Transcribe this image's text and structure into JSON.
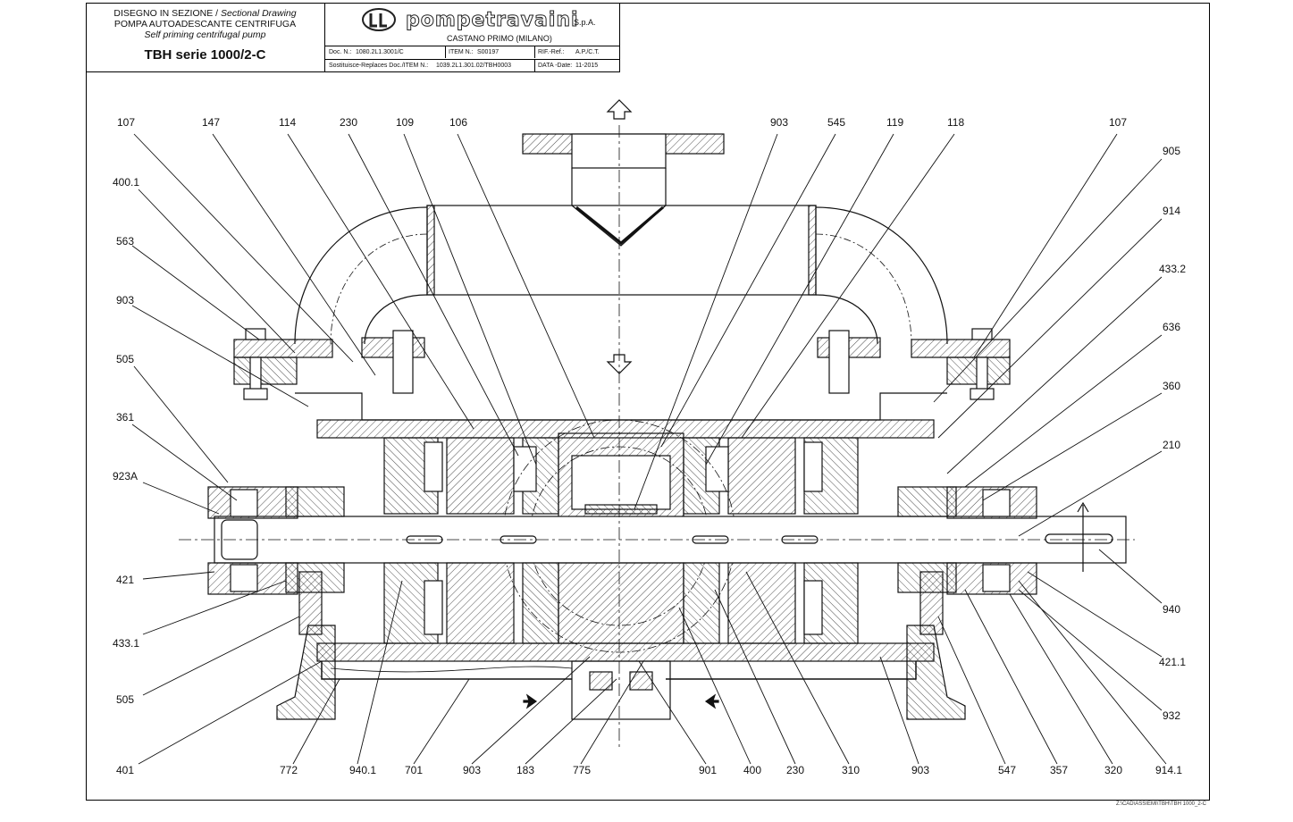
{
  "title_block": {
    "line1_it": "DISEGNO IN SEZIONE /",
    "line1_en": "Sectional Drawing",
    "line2": "POMPA AUTOADESCANTE CENTRIFUGA",
    "line3": "Self priming centrifugal pump",
    "model": "TBH serie 1000/2-C",
    "company": "pompetravaini",
    "company_suffix": "S.p.A.",
    "city": "CASTANO PRIMO (MILANO)",
    "doc_label": "Doc. N.:",
    "doc_value": "1080.2L1.3001/C",
    "item_label": "ITEM N.:",
    "item_value": "S00197",
    "ref_label": "RIF.-Ref.:",
    "ref_value": "A.P./C.T.",
    "replaces_label": "Sostituisce-Replaces Doc./ITEM N.:",
    "replaces_value": "1039.2L1.301.02/TBH0003",
    "date_label": "DATA -Date:",
    "date_value": "11-2015"
  },
  "footer_path": "Z:\\CAD\\ASSIEMI\\TBH\\TBH 1000_2-C",
  "callouts": {
    "top": [
      "107",
      "147",
      "114",
      "230",
      "109",
      "106",
      "903",
      "545",
      "119",
      "118",
      "107"
    ],
    "left": [
      "400.1",
      "563",
      "903",
      "505",
      "361",
      "923A",
      "421",
      "433.1",
      "505",
      "401"
    ],
    "right": [
      "905",
      "914",
      "433.2",
      "636",
      "360",
      "210",
      "940",
      "421.1",
      "932"
    ],
    "bottom": [
      "772",
      "940.1",
      "701",
      "903",
      "183",
      "775",
      "901",
      "400",
      "230",
      "310",
      "903",
      "547",
      "357",
      "320",
      "914.1"
    ]
  }
}
